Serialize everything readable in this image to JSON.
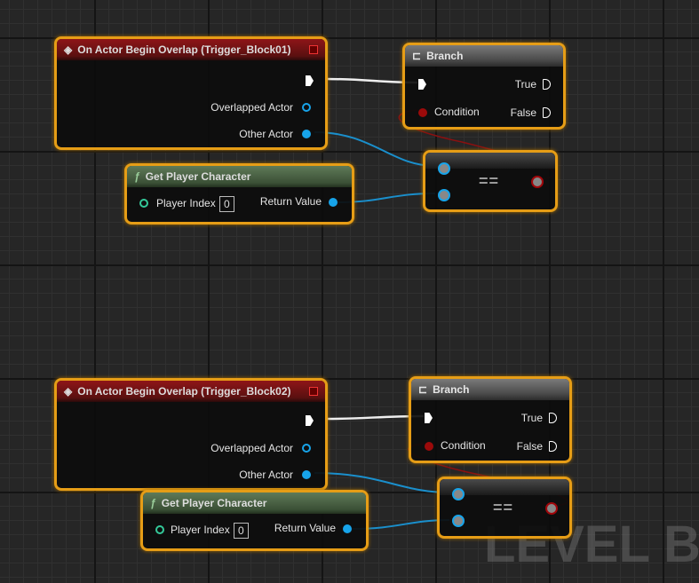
{
  "graph": [
    {
      "event": {
        "title": "On Actor Begin Overlap (Trigger_Block01)",
        "pins": [
          "Overlapped Actor",
          "Other Actor"
        ]
      },
      "branch": {
        "title": "Branch",
        "condition": "Condition",
        "true_label": "True",
        "false_label": "False"
      },
      "get_player": {
        "title": "Get Player Character",
        "player_index_label": "Player Index",
        "player_index_value": "0",
        "return_label": "Return Value"
      },
      "equal": {
        "op": "=="
      }
    },
    {
      "event": {
        "title": "On Actor Begin Overlap (Trigger_Block02)",
        "pins": [
          "Overlapped Actor",
          "Other Actor"
        ]
      },
      "branch": {
        "title": "Branch",
        "condition": "Condition",
        "true_label": "True",
        "false_label": "False"
      },
      "get_player": {
        "title": "Get Player Character",
        "player_index_label": "Player Index",
        "player_index_value": "0",
        "return_label": "Return Value"
      },
      "equal": {
        "op": "=="
      }
    }
  ],
  "watermark": "LEVEL BLUEPRINT",
  "colors": {
    "selection": "#e69d16",
    "object_pin": "#17a4ea",
    "bool_pin": "#a1060a",
    "int_pin": "#34c99a",
    "event_header": "#8e1518",
    "func_header": "#5f7a58"
  }
}
